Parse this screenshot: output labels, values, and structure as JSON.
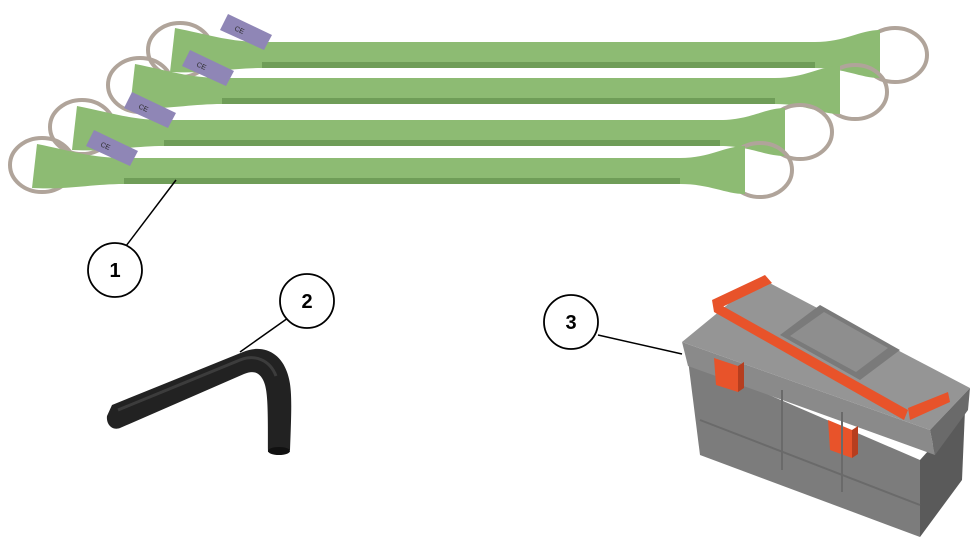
{
  "callouts": [
    {
      "number": "1",
      "item": "round slings"
    },
    {
      "number": "2",
      "item": "hex key"
    },
    {
      "number": "3",
      "item": "tool box"
    }
  ],
  "sling_tag_text": "CE",
  "colors": {
    "sling_green": "#8dbb73",
    "sling_green_dark": "#6f9d58",
    "sling_loop": "#b0a49a",
    "tag_purple": "#8f86b6",
    "hex_key": "#222222",
    "toolbox_body": "#7c7c7c",
    "toolbox_dark": "#5a5a5a",
    "toolbox_latch": "#e8532a",
    "leader": "#000000"
  }
}
